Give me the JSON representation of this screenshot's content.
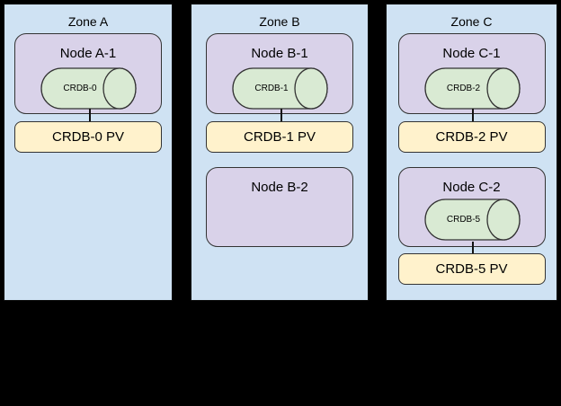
{
  "diagram": {
    "colors": {
      "canvas_bg": "#000000",
      "zone_fill": "#cfe2f3",
      "node_fill": "#d9d2e9",
      "db_fill": "#d9ead3",
      "pv_fill": "#fff2cc",
      "zone_border": "#0d0d0d",
      "shape_border": "#333333",
      "line_color": "#111111",
      "text_color": "#000000"
    },
    "zones": [
      {
        "title": "Zone A",
        "nodes": [
          {
            "label": "Node A-1",
            "db": "CRDB-0",
            "pv": "CRDB-0 PV"
          }
        ]
      },
      {
        "title": "Zone B",
        "nodes": [
          {
            "label": "Node B-1",
            "db": "CRDB-1",
            "pv": "CRDB-1 PV"
          },
          {
            "label": "Node B-2"
          }
        ]
      },
      {
        "title": "Zone C",
        "nodes": [
          {
            "label": "Node C-1",
            "db": "CRDB-2",
            "pv": "CRDB-2 PV"
          },
          {
            "label": "Node C-2",
            "db": "CRDB-5",
            "pv": "CRDB-5 PV"
          }
        ]
      }
    ]
  }
}
